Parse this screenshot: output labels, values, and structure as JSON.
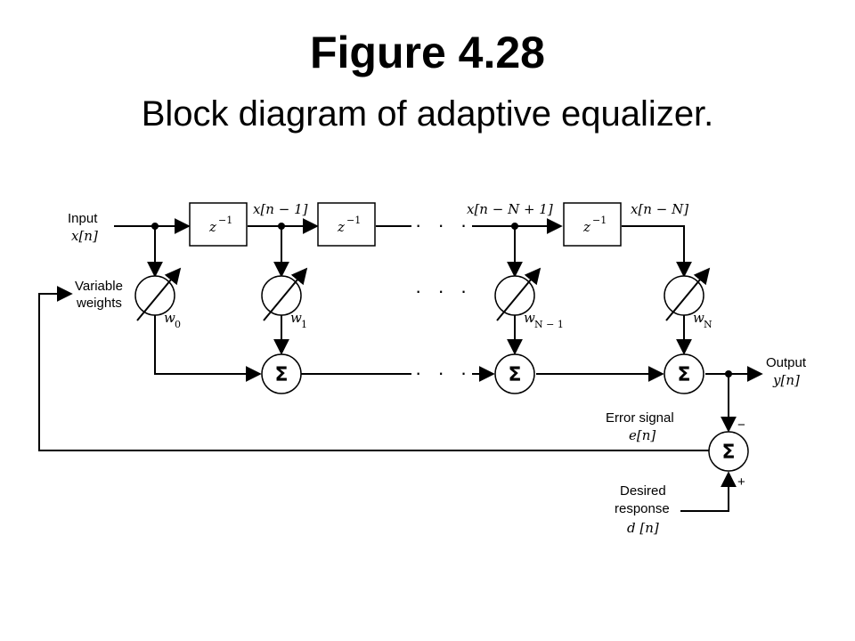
{
  "header": {
    "title": "Figure 4.28",
    "subtitle": "Block diagram of adaptive equalizer."
  },
  "diagram": {
    "input_label": "Input",
    "input_signal": "x[n]",
    "delay_label": "z",
    "delay_exp": "−1",
    "tap_labels": [
      "x[n − 1]",
      "x[n − N + 1]",
      "x[n − N]"
    ],
    "weights_label_1": "Variable",
    "weights_label_2": "weights",
    "weights": [
      {
        "w": "w",
        "sub": "0"
      },
      {
        "w": "w",
        "sub": "1"
      },
      {
        "w": "w",
        "sub": "N − 1"
      },
      {
        "w": "w",
        "sub": "N"
      }
    ],
    "sum_symbol": "Σ",
    "ellipsis": "· · ·",
    "output_label": "Output",
    "output_signal": "y[n]",
    "error_label": "Error signal",
    "error_signal": "e[n]",
    "desired_label_1": "Desired",
    "desired_label_2": "response",
    "desired_signal": "d [n]",
    "minus_sign": "−",
    "plus_sign": "+"
  }
}
